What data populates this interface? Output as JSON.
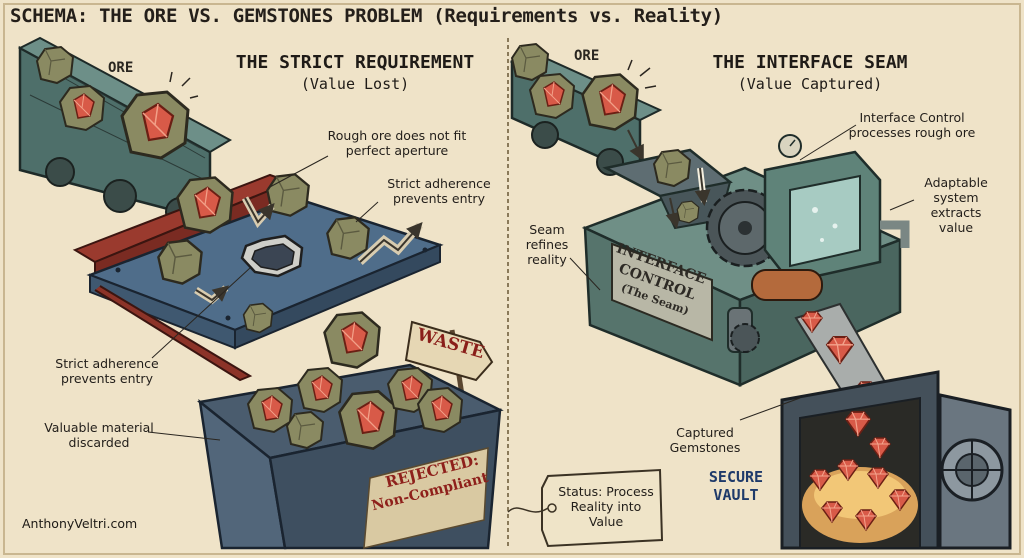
{
  "title": "SCHEMA: THE ORE VS. GEMSTONES PROBLEM (Requirements vs. Reality)",
  "left_panel": {
    "heading": "THE STRICT REQUIREMENT",
    "subheading": "(Value Lost)",
    "ore_label": "ORE",
    "callouts": {
      "rough_ore": "Rough ore does not fit perfect aperture",
      "adherence_top": "Strict adherence prevents entry",
      "adherence_left": "Strict adherence prevents entry",
      "discarded": "Valuable material discarded"
    },
    "waste_sign": "WASTE",
    "bin_label_1": "REJECTED:",
    "bin_label_2": "Non-Compliant"
  },
  "right_panel": {
    "heading": "THE INTERFACE SEAM",
    "subheading": "(Value Captured)",
    "ore_label": "ORE",
    "callouts": {
      "interface_control": "Interface Control processes rough ore",
      "adaptable": "Adaptable system extracts value",
      "seam_refines": "Seam refines reality",
      "captured": "Captured Gemstones"
    },
    "machine_plate": [
      "INTERFACE",
      "CONTROL",
      "(The Seam)"
    ],
    "vault_label": "SECURE VAULT",
    "status_tag": "Status: Process Reality into Value"
  },
  "credit": "AnthonyVeltri.com",
  "colors": {
    "paper": "#efe3c8",
    "ink": "#2a2620",
    "conveyor": "#4e6f6a",
    "rock": "#8a8a62",
    "gem": "#d85a48",
    "waste_red": "#8e201b",
    "machine_teal": "#5e8078",
    "vault_blue": "#1e3a6a"
  }
}
